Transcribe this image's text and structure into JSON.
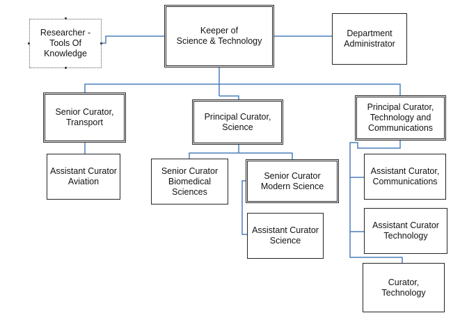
{
  "diagram": {
    "connector_color": "#4a7ebb",
    "nodes": {
      "researcher": "Researcher -\nTools Of\nKnowledge",
      "keeper": "Keeper of\nScience & Technology",
      "dept_admin": "Department\nAdministrator",
      "sc_transport": "Senior Curator,\nTransport",
      "pc_science": "Principal Curator,\nScience",
      "pc_tech": "Principal Curator,\nTechnology and\nCommunications",
      "ac_aviation": "Assistant Curator\nAviation",
      "sc_biomed": "Senior Curator\nBiomedical\nSciences",
      "sc_modern": "Senior Curator\nModern Science",
      "ac_science": "Assistant Curator\nScience",
      "ac_comms": "Assistant Curator,\nCommunications",
      "ac_tech": "Assistant Curator\nTechnology",
      "curator_tech": "Curator, Technology"
    }
  }
}
